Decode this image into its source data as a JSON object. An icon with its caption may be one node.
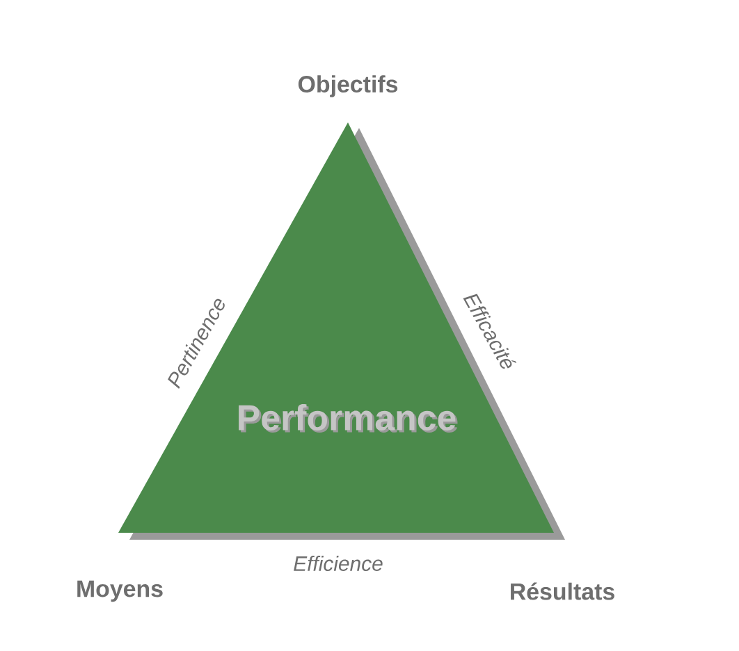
{
  "diagram": {
    "nodes": [
      {
        "text": [
          "Performance"
        ]
      }
    ],
    "labels": [
      "Objectifs",
      "Pertinence",
      "Efficacité",
      "Moyens",
      "Efficience",
      "Résultats"
    ]
  }
}
